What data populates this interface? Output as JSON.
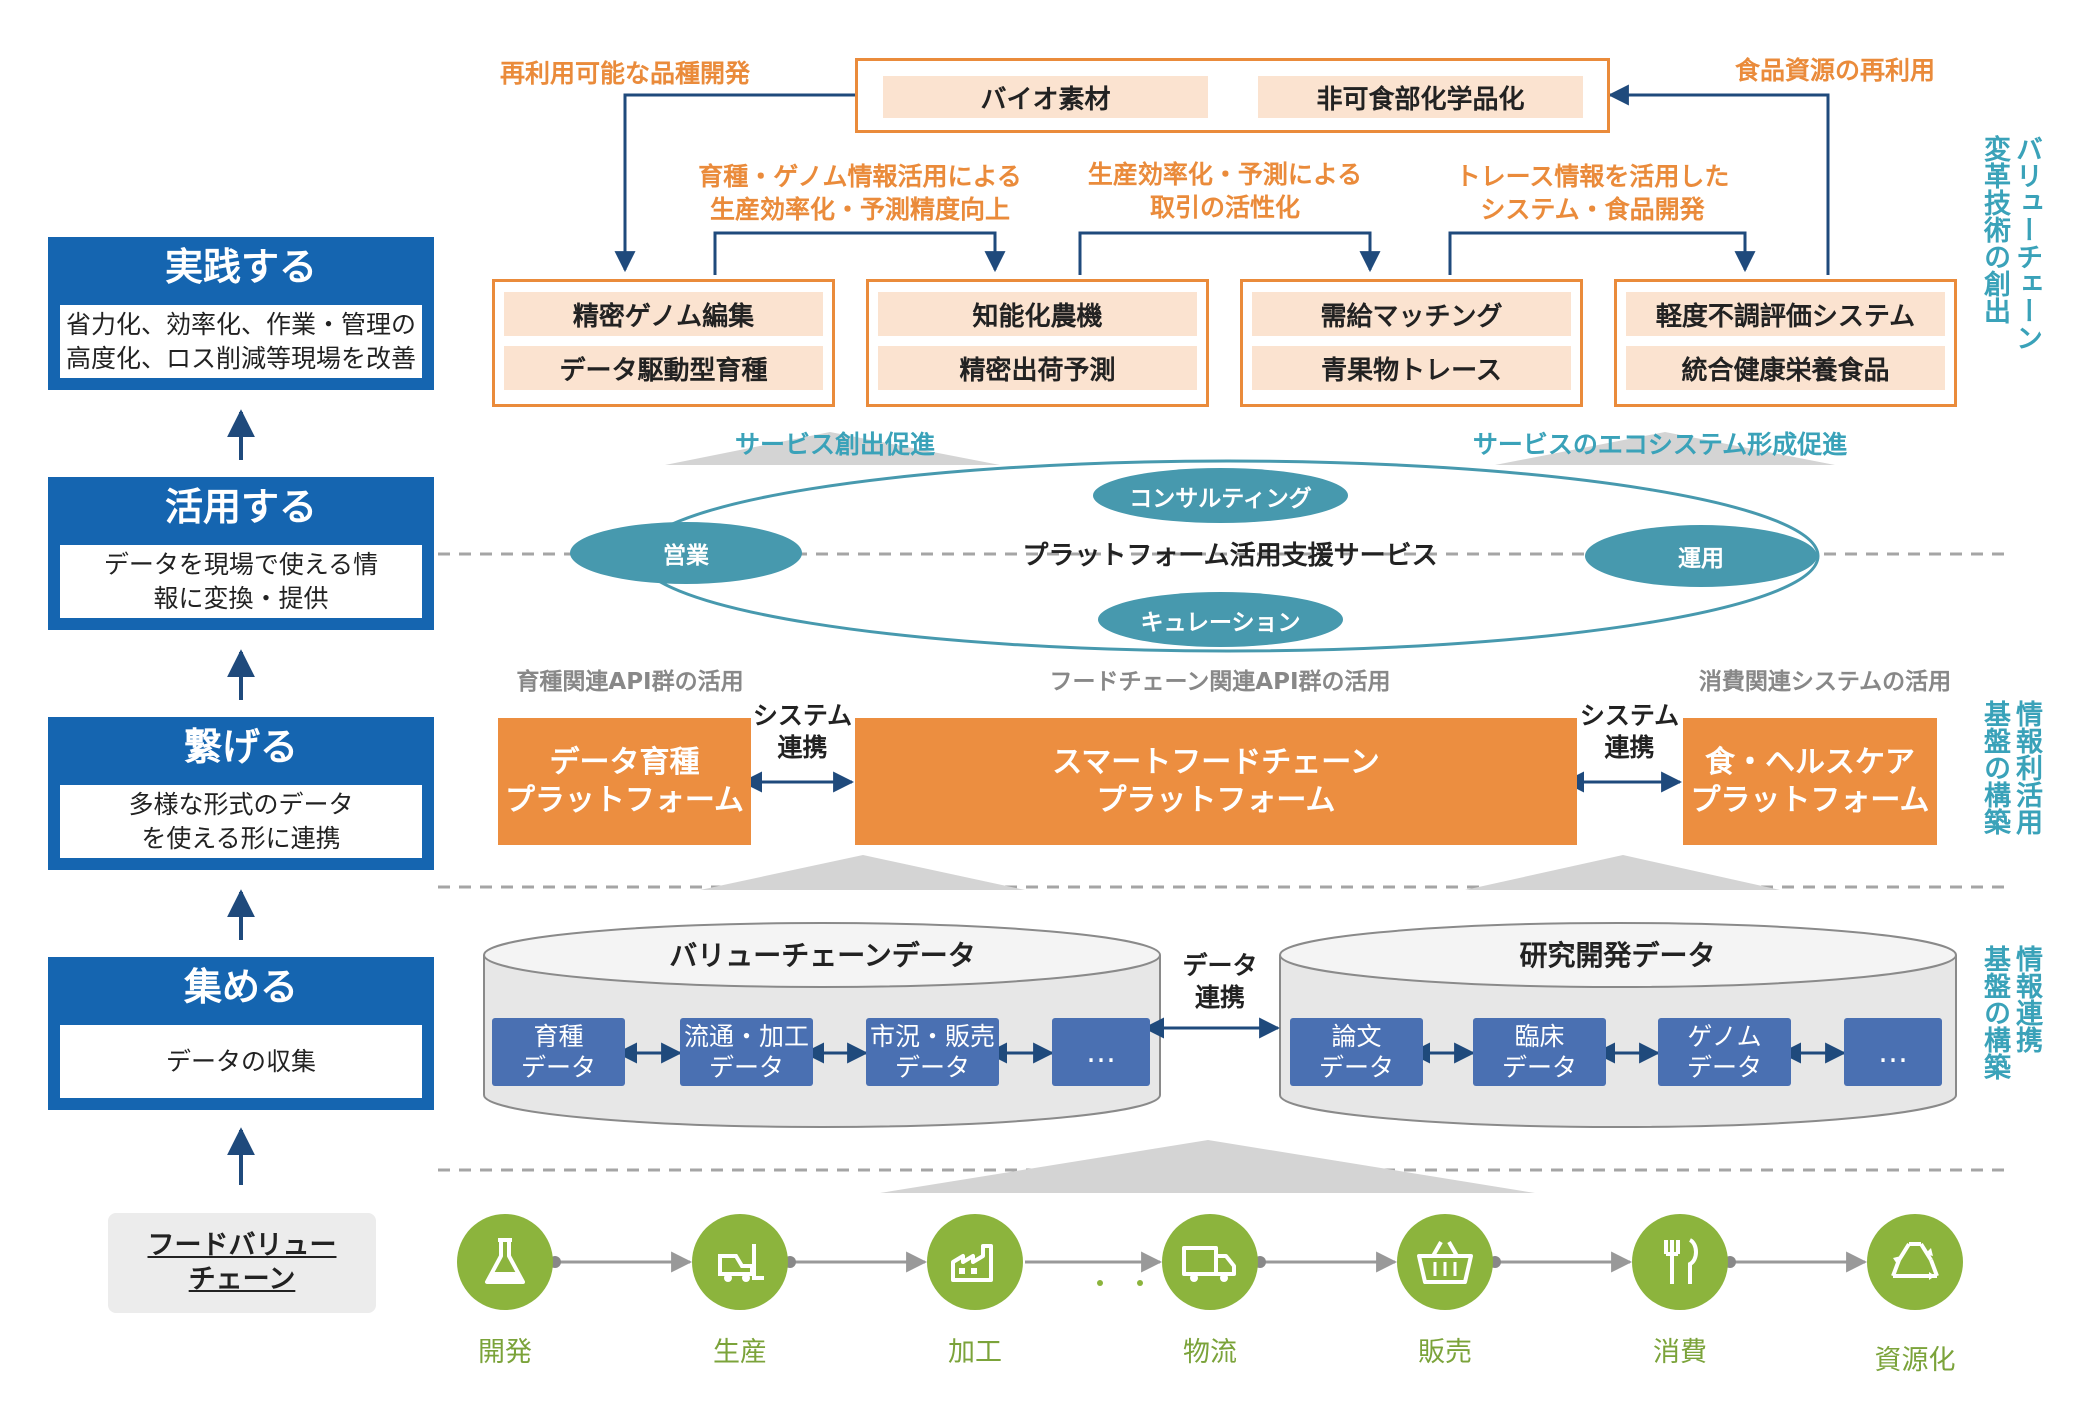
{
  "left_steps": [
    {
      "title": "実践する",
      "desc": "省力化、効率化、作業・管理の\n高度化、ロス削減等現場を改善"
    },
    {
      "title": "活用する",
      "desc": "データを現場で使える情\n報に変換・提供"
    },
    {
      "title": "繋げる",
      "desc": "多様な形式のデータ\nを使える形に連携"
    },
    {
      "title": "集める",
      "desc": "データの収集"
    }
  ],
  "food_value_chain_label": "フードバリュー\nチェーン",
  "top": {
    "box_items": [
      "バイオ素材",
      "非可食部化学品化"
    ],
    "left_label": "再利用可能な品種開発",
    "right_label": "食品資源の再利用",
    "mid_labels": [
      "育種・ゲノム情報活用による\n生産効率化・予測精度向上",
      "生産効率化・予測による\n取引の活性化",
      "トレース情報を活用した\nシステム・食品開発"
    ],
    "practice_boxes": [
      [
        "精密ゲノム編集",
        "データ駆動型育種"
      ],
      [
        "知能化農機",
        "精密出荷予測"
      ],
      [
        "需給マッチング",
        "青果物トレース"
      ],
      [
        "軽度不調評価システム",
        "統合健康栄養食品"
      ]
    ],
    "service_creation": "サービス創出促進",
    "ecosystem": "サービスのエコシステム形成促進",
    "side_label": "バリューチェーン\n変革技術の創出"
  },
  "support": {
    "center": "プラットフォーム活用支援サービス",
    "ovals": {
      "top": "コンサルティング",
      "left": "営業",
      "right": "運用",
      "bottom": "キュレーション"
    }
  },
  "platforms": {
    "api_labels": [
      "育種関連API群の活用",
      "フードチェーン関連API群の活用",
      "消費関連システムの活用"
    ],
    "items": [
      "データ育種\nプラットフォーム",
      "スマートフードチェーン\nプラットフォーム",
      "食・ヘルスケア\nプラットフォーム"
    ],
    "link_label": "システム\n連携",
    "side_label": "情報利活用\n基盤の構築"
  },
  "data": {
    "vc_title": "バリューチェーンデータ",
    "rd_title": "研究開発データ",
    "link_label": "データ\n連携",
    "vc_items": [
      "育種\nデータ",
      "流通・加工\nデータ",
      "市況・販売\nデータ",
      "…"
    ],
    "rd_items": [
      "論文\nデータ",
      "臨床\nデータ",
      "ゲノム\nデータ",
      "…"
    ],
    "side_label": "情報連携\n基盤の構築"
  },
  "chain_stages": [
    {
      "label": "開発",
      "icon": "flask-icon"
    },
    {
      "label": "生産",
      "icon": "forklift-icon"
    },
    {
      "label": "加工",
      "icon": "factory-icon"
    },
    {
      "label": "物流",
      "icon": "truck-icon"
    },
    {
      "label": "販売",
      "icon": "basket-icon"
    },
    {
      "label": "消費",
      "icon": "cutlery-icon"
    },
    {
      "label": "資源化",
      "icon": "recycle-icon"
    }
  ],
  "colors": {
    "navy": "#1565b0",
    "orange": "#ea8b3b",
    "teal": "#3aa2b9",
    "green": "#8cb43d",
    "data_blue": "#4a70b2"
  }
}
